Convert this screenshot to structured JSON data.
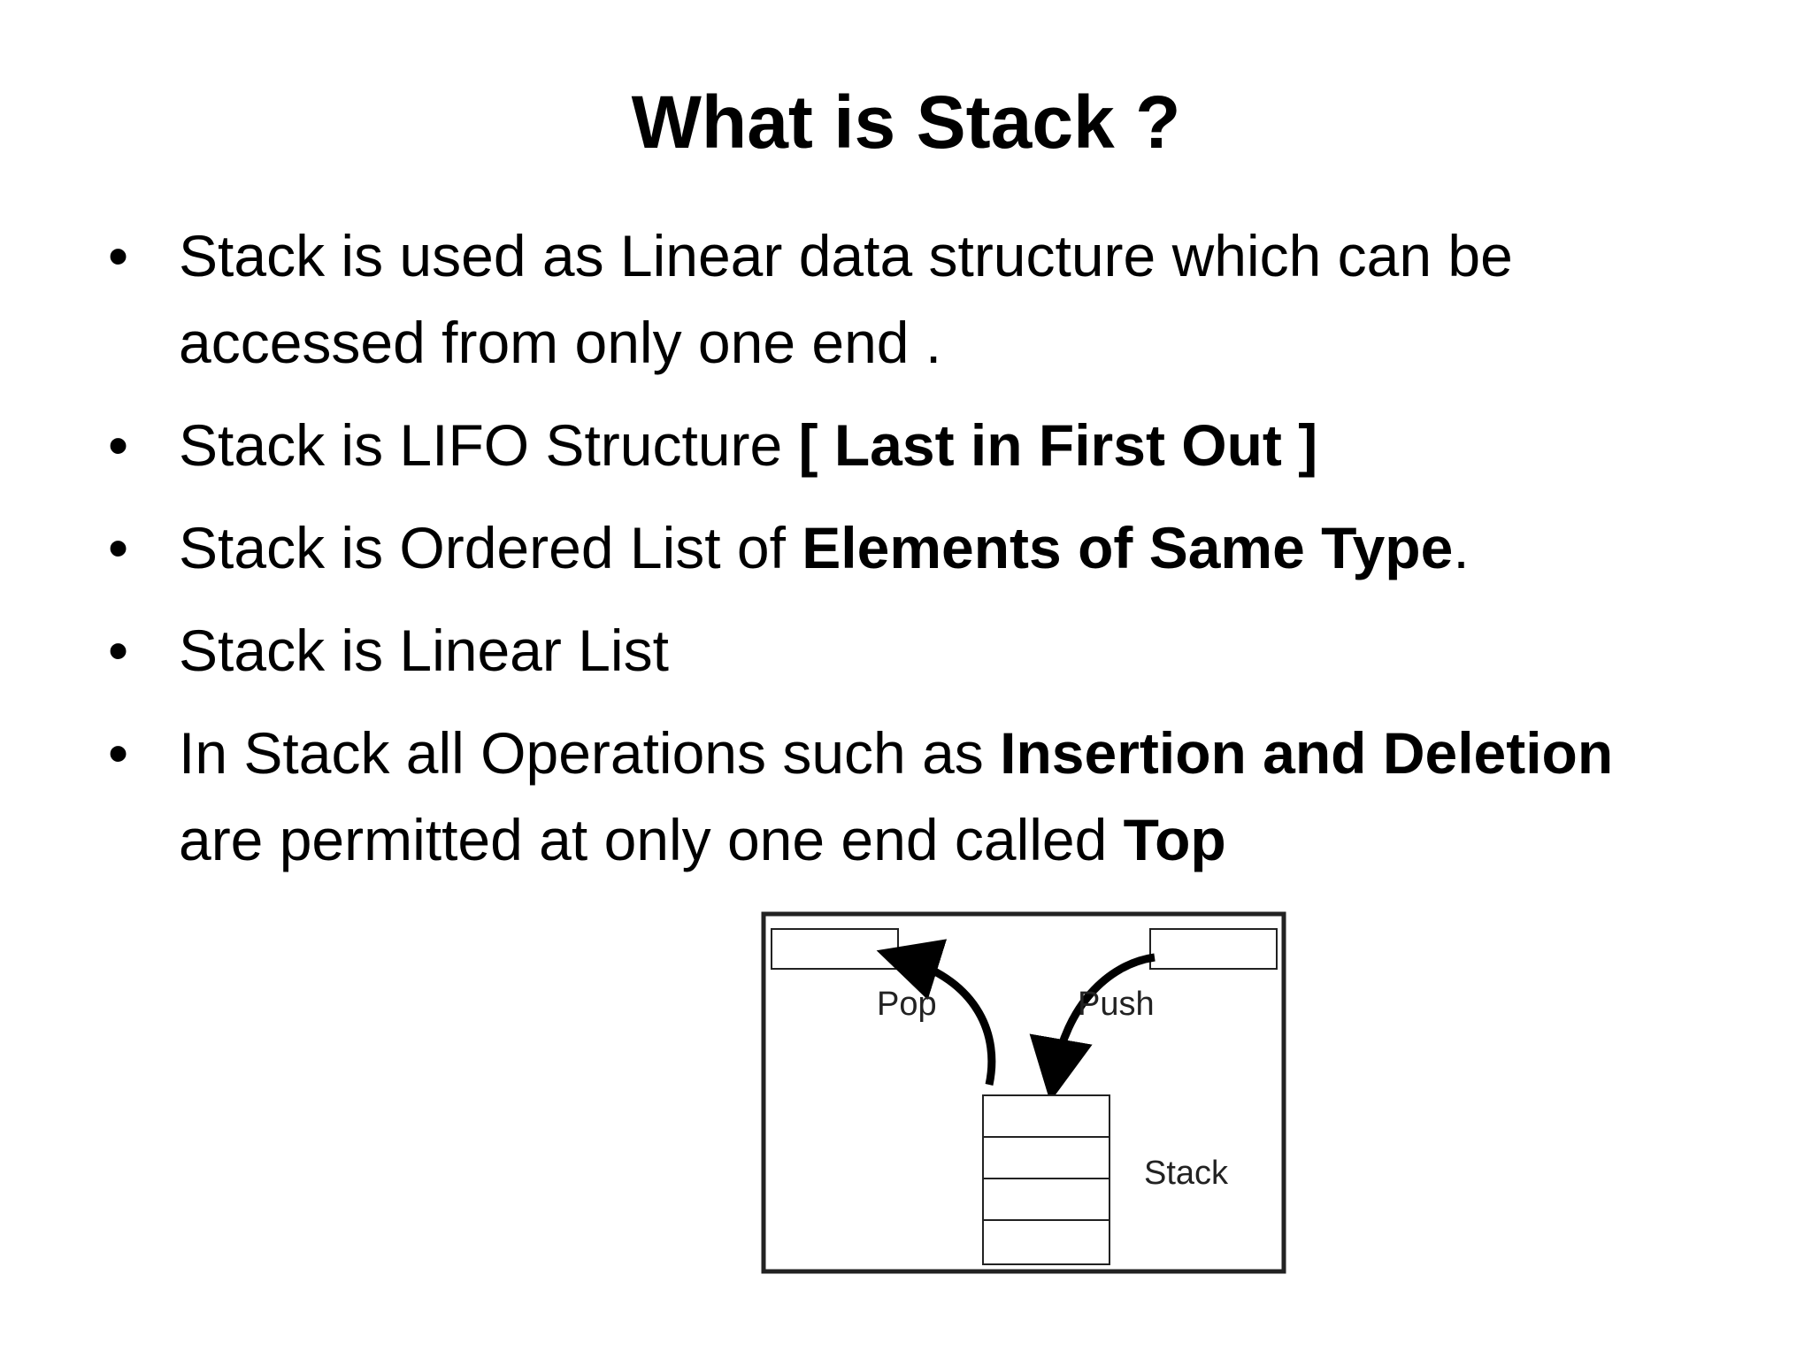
{
  "slide": {
    "title": "What is Stack ?",
    "bullet_char": "•",
    "bullets": [
      {
        "parts": [
          {
            "text": "Stack is used as Linear data structure which can be accessed from only one end .",
            "bold": false
          }
        ]
      },
      {
        "parts": [
          {
            "text": "Stack is LIFO Structure ",
            "bold": false
          },
          {
            "text": "[ Last in First Out ]",
            "bold": true
          }
        ]
      },
      {
        "parts": [
          {
            "text": "Stack is Ordered List of ",
            "bold": false
          },
          {
            "text": "Elements of Same Type",
            "bold": true
          },
          {
            "text": ".",
            "bold": false
          }
        ]
      },
      {
        "parts": [
          {
            "text": "Stack is Linear List",
            "bold": false
          }
        ]
      },
      {
        "parts": [
          {
            "text": "In Stack all Operations such as ",
            "bold": false
          },
          {
            "text": "Insertion and Deletion",
            "bold": true
          },
          {
            "text": " are permitted at only one end called ",
            "bold": false
          },
          {
            "text": "Top",
            "bold": true
          }
        ]
      }
    ]
  },
  "diagram": {
    "pop_label": "Pop",
    "push_label": "Push",
    "stack_label": "Stack"
  }
}
